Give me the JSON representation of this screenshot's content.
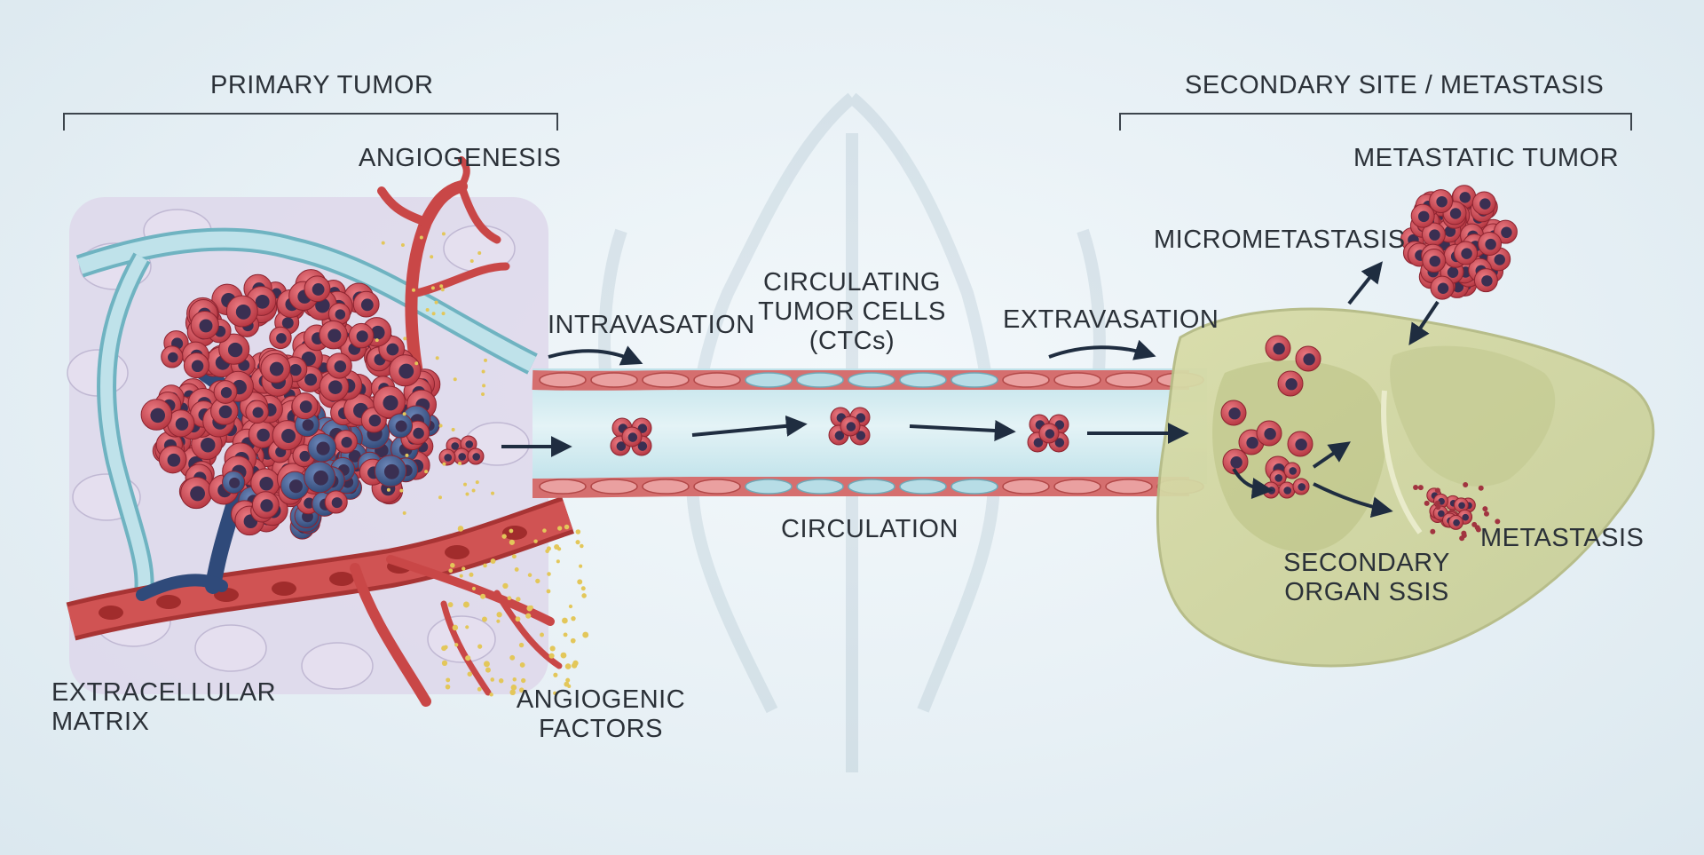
{
  "labels": {
    "primary_tumor": "PRIMARY TUMOR",
    "secondary_site": "SECONDARY SITE / METASTASIS",
    "angiogenesis": "ANGIOGENESIS",
    "intravasation": "INTRAVASATION",
    "ctc_line1": "CIRCULATING",
    "ctc_line2": "TUMOR CELLS",
    "ctc_line3": "(CTCs)",
    "extravasation": "EXTRAVASATION",
    "metastatic_tumor": "METASTATIC TUMOR",
    "micrometastasis": "MICROMETASTASIS",
    "circulation": "CIRCULATION",
    "ecm_line1": "EXTRACELLULAR",
    "ecm_line2": "MATRIX",
    "angiogenic_line1": "ANGIOGENIC",
    "angiogenic_line2": "FACTORS",
    "secondary_line1": "SECONDARY",
    "secondary_line2": "ORGAN SSIS",
    "metastasis": "METASTASIS"
  },
  "colors": {
    "tumor_cell": "#c94452",
    "tumor_nucleus": "#3a2f52",
    "blue_cell": "#3d5a8f",
    "vessel_red": "#c94747",
    "vessel_blue": "#9ccbd6",
    "organ": "#dfe3b8",
    "arrow": "#1f2d40",
    "factor_dots": "#e3c75a"
  }
}
